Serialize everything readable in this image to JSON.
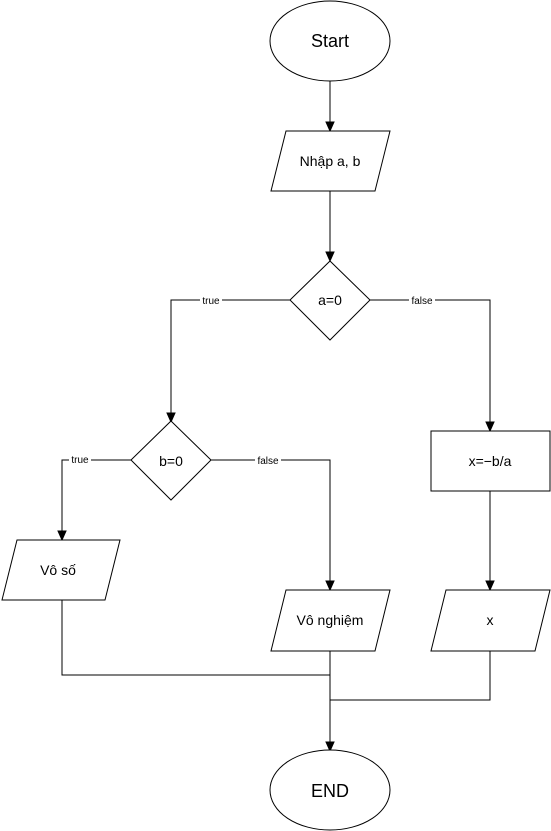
{
  "flowchart": {
    "start": {
      "label": "Start",
      "shape": "ellipse"
    },
    "input": {
      "label": "Nhập a, b",
      "shape": "parallelogram"
    },
    "decision_a": {
      "label": "a=0",
      "shape": "diamond"
    },
    "decision_b": {
      "label": "b=0",
      "shape": "diamond"
    },
    "compute": {
      "label": "x=−b/a",
      "shape": "rectangle"
    },
    "out_infinite": {
      "label": "Vô số",
      "shape": "parallelogram"
    },
    "out_none": {
      "label": "Vô nghiệm",
      "shape": "parallelogram"
    },
    "out_x": {
      "label": "x",
      "shape": "parallelogram"
    },
    "end": {
      "label": "END",
      "shape": "ellipse"
    },
    "edge_labels": {
      "a_true": "true",
      "a_false": "false",
      "b_true": "true",
      "b_false": "false"
    },
    "colors": {
      "stroke": "#000000",
      "fill": "#ffffff",
      "text": "#000000"
    }
  }
}
